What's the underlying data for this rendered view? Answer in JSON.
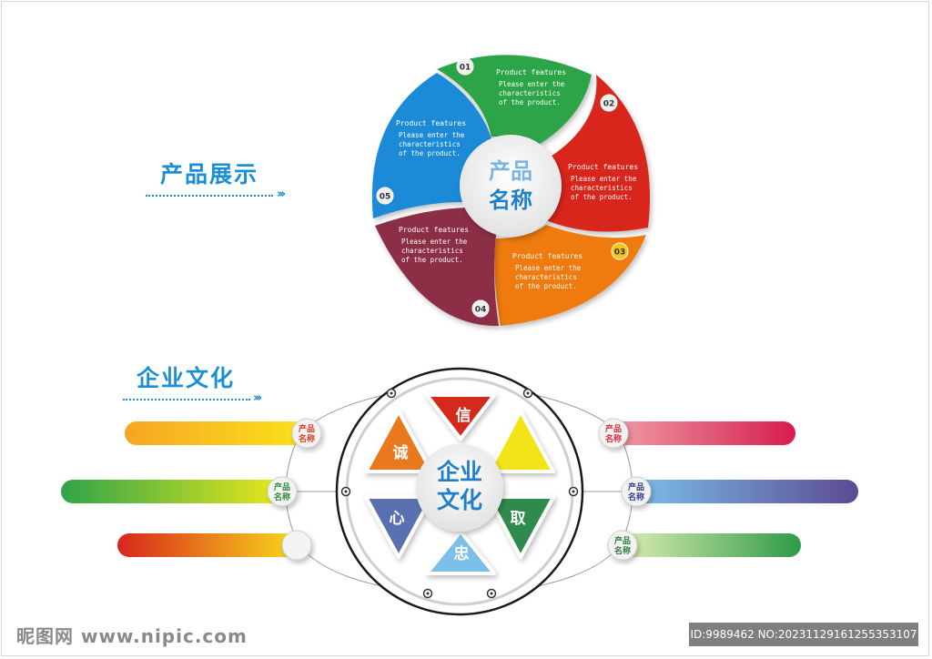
{
  "section1": {
    "title": "产品展示"
  },
  "section2": {
    "title": "企业文化"
  },
  "wheel": {
    "center": [
      "产品",
      "名称"
    ],
    "segments": [
      {
        "num": "01",
        "color": "#2ea44a",
        "title": "Product features",
        "desc": [
          "Please enter the",
          "characteristics",
          "of the product."
        ]
      },
      {
        "num": "02",
        "color": "#d9251d",
        "title": "Product features",
        "desc": [
          "Please enter the",
          "characteristics",
          "of the product."
        ]
      },
      {
        "num": "03",
        "color": "#ef7a0e",
        "title": "Product features",
        "desc": [
          "Please enter the",
          "characteristics",
          "of the product."
        ]
      },
      {
        "num": "04",
        "color": "#8c2d45",
        "title": "Product features",
        "desc": [
          "Please enter the",
          "characteristics",
          "of the product."
        ]
      },
      {
        "num": "05",
        "color": "#1f8ad6",
        "title": "Product features",
        "desc": [
          "Please enter the",
          "characteristics",
          "of the product."
        ]
      }
    ]
  },
  "culture": {
    "center": [
      "企业",
      "文化"
    ],
    "triangles": [
      {
        "char": "信",
        "color": "#d42a1f"
      },
      {
        "char": "诚",
        "color": "#e8791d"
      },
      {
        "char": "",
        "color": "#f2e412"
      },
      {
        "char": "心",
        "color": "#5a6fb0"
      },
      {
        "char": "取",
        "color": "#2f8b4e"
      },
      {
        "char": "忠",
        "color": "#7cc0ea"
      }
    ],
    "left_bars": [
      {
        "label": [
          "产品",
          "名称"
        ],
        "from": "#f5a623",
        "to": "#fbe21b",
        "label_color": "#d83a1e"
      },
      {
        "label": [
          "产品",
          "名称"
        ],
        "from": "#2ea44a",
        "to": "#f0ea1a",
        "label_color": "#2a8a3a"
      },
      {
        "label": [
          "",
          ""
        ],
        "from": "#d9251d",
        "to": "#fbe21b",
        "label_color": "#f2e412"
      }
    ],
    "right_bars": [
      {
        "label": [
          "产品",
          "名称"
        ],
        "from": "#f0a1a8",
        "to": "#d61c4e",
        "label_color": "#d42a3a"
      },
      {
        "label": [
          "产品",
          "名称"
        ],
        "from": "#7cc0ea",
        "to": "#5b4a95",
        "label_color": "#2f3a8a"
      },
      {
        "label": [
          "产品",
          "名称"
        ],
        "from": "#e8f4b8",
        "to": "#2f9a4a",
        "label_color": "#2a7a3a"
      }
    ]
  },
  "watermark": {
    "left": "昵图网 www.nipic.com",
    "right": "ID:9989462 NO:20231129161255353107"
  }
}
